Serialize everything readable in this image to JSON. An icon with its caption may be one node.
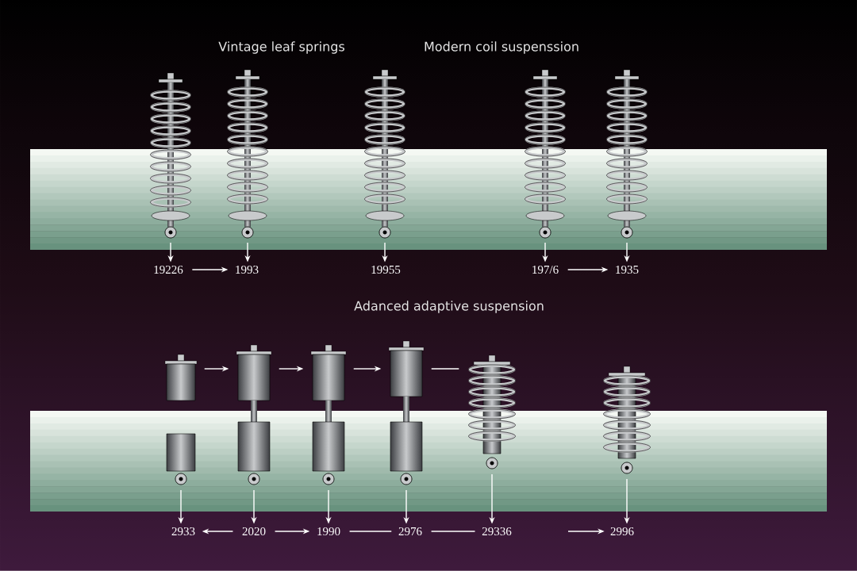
{
  "diagram": {
    "nodes": [
      {
        "text": [],
        "shape": "picture"
      },
      {
        "text": [],
        "shape": "picture"
      },
      {
        "text": [],
        "shape": "picture"
      },
      {
        "text": [],
        "shape": "picture"
      },
      {
        "text": [],
        "shape": "picture"
      },
      {
        "text": [
          "19226"
        ]
      },
      {
        "text": [
          "1993"
        ]
      },
      {
        "text": [
          "19955"
        ]
      },
      {
        "text": [
          "197/6"
        ]
      },
      {
        "text": [
          "1935"
        ]
      },
      {
        "text": [],
        "shape": "picture"
      },
      {
        "text": [],
        "shape": "picture"
      },
      {
        "text": [],
        "shape": "picture"
      },
      {
        "text": [],
        "shape": "picture"
      },
      {
        "text": [],
        "shape": "picture"
      },
      {
        "text": [],
        "shape": "picture"
      },
      {
        "text": [
          "2933"
        ]
      },
      {
        "text": [
          "2020"
        ]
      },
      {
        "text": [
          "1990"
        ]
      },
      {
        "text": [
          "2976"
        ]
      },
      {
        "text": [
          "29336"
        ]
      },
      {
        "text": [
          "2996"
        ]
      }
    ],
    "edges": [
      {
        "from": 0,
        "to": 5,
        "arrow": "to"
      },
      {
        "from": 1,
        "to": 6,
        "arrow": "to"
      },
      {
        "from": 2,
        "to": 7,
        "arrow": "to"
      },
      {
        "from": 3,
        "to": 8,
        "arrow": "to"
      },
      {
        "from": 4,
        "to": 9,
        "arrow": "to"
      },
      {
        "from": 5,
        "to": 6,
        "arrow": "to"
      },
      {
        "from": 8,
        "to": 9,
        "arrow": "to"
      },
      {
        "from": 10,
        "to": 11,
        "arrow": "to"
      },
      {
        "from": 11,
        "to": 12,
        "arrow": "to"
      },
      {
        "from": 12,
        "to": 13,
        "arrow": "to"
      },
      {
        "from": 13,
        "to": 14,
        "arrow": "none"
      },
      {
        "from": 10,
        "to": 16,
        "arrow": "to"
      },
      {
        "from": 11,
        "to": 17,
        "arrow": "to"
      },
      {
        "from": 12,
        "to": 18,
        "arrow": "to"
      },
      {
        "from": 13,
        "to": 19,
        "arrow": "to"
      },
      {
        "from": 14,
        "to": 20,
        "arrow": "to"
      },
      {
        "from": 15,
        "to": 21,
        "arrow": "to"
      },
      {
        "from": 17,
        "to": 16,
        "arrow": "to"
      },
      {
        "from": 17,
        "to": 18,
        "arrow": "to"
      },
      {
        "from": 18,
        "to": 19,
        "arrow": "none"
      },
      {
        "from": 19,
        "to": 20,
        "arrow": "none"
      },
      {
        "from": null,
        "to": 21,
        "arrow": "to"
      }
    ],
    "labels": [
      "Vintage leaf springs",
      "Modern coil suspenssion",
      "Adanced adaptive suspension"
    ]
  }
}
